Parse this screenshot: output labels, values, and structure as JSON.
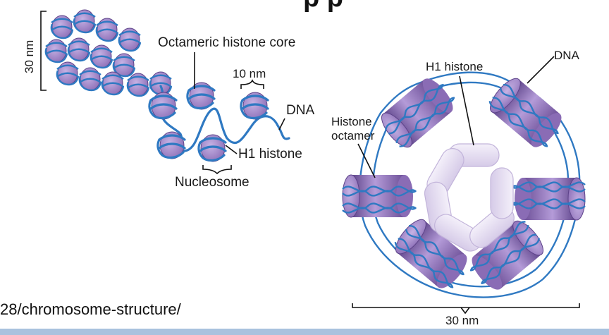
{
  "title_fragment": "p   p",
  "footer_url": "28/chromosome-structure/",
  "left_panel": {
    "scale_30nm": "30 nm",
    "octameric_core": "Octameric histone core",
    "scale_10nm": "10 nm",
    "dna": "DNA",
    "h1_histone": "H1 histone",
    "nucleosome": "Nucleosome"
  },
  "right_panel": {
    "h1_histone": "H1 histone",
    "dna": "DNA",
    "histone_octamer_line1": "Histone",
    "histone_octamer_line2": "octamer",
    "scale_30nm": "30 nm"
  },
  "colors": {
    "histone_purple": "#9a7cc0",
    "histone_purple_dark": "#6c4f97",
    "histone_face": "#b39ad6",
    "dna_blue": "#2f79c2",
    "h1_lavender": "#e4dcef",
    "footer_bar": "#a9c2de"
  }
}
